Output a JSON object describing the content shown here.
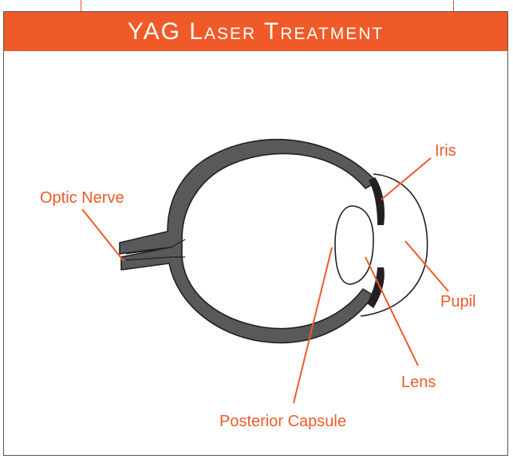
{
  "title": "YAG Laser Treatment",
  "labels": {
    "optic_nerve": "Optic Nerve",
    "iris": "Iris",
    "pupil": "Pupil",
    "lens": "Lens",
    "posterior_capsule": "Posterior Capsule"
  },
  "colors": {
    "accent": "#ef5a28",
    "eye_wall": "#58595b",
    "frame": "#555555"
  }
}
